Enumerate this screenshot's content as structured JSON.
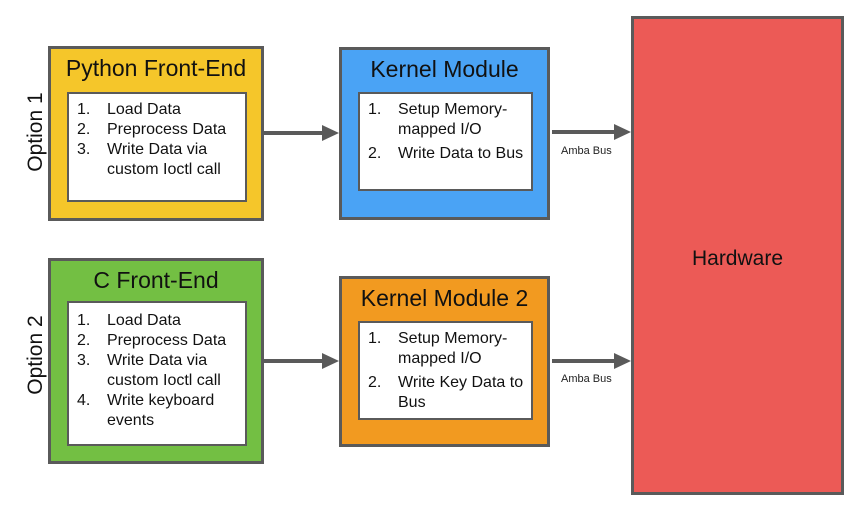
{
  "option1": {
    "label": "Option 1",
    "frontend": {
      "title": "Python Front-End",
      "color": "#f5c62a",
      "steps": [
        "Load Data",
        "Preprocess Data",
        "Write Data via custom Ioctl call"
      ]
    },
    "kernel": {
      "title": "Kernel Module",
      "color": "#4aa3f5",
      "steps": [
        "Setup Memory-mapped I/O",
        "Write Data to Bus"
      ]
    },
    "bus_label": "Amba Bus"
  },
  "option2": {
    "label": "Option 2",
    "frontend": {
      "title": "C Front-End",
      "color": "#73bf43",
      "steps": [
        "Load Data",
        "Preprocess Data",
        "Write Data via custom Ioctl call",
        "Write keyboard events"
      ]
    },
    "kernel": {
      "title": "Kernel Module 2",
      "color": "#f29a20",
      "steps": [
        "Setup Memory-mapped I/O",
        "Write Key Data to Bus"
      ]
    },
    "bus_label": "Amba Bus"
  },
  "hardware": {
    "label": "Hardware",
    "color": "#ec5a56"
  },
  "numbers": [
    "1.",
    "2.",
    "3.",
    "4."
  ]
}
